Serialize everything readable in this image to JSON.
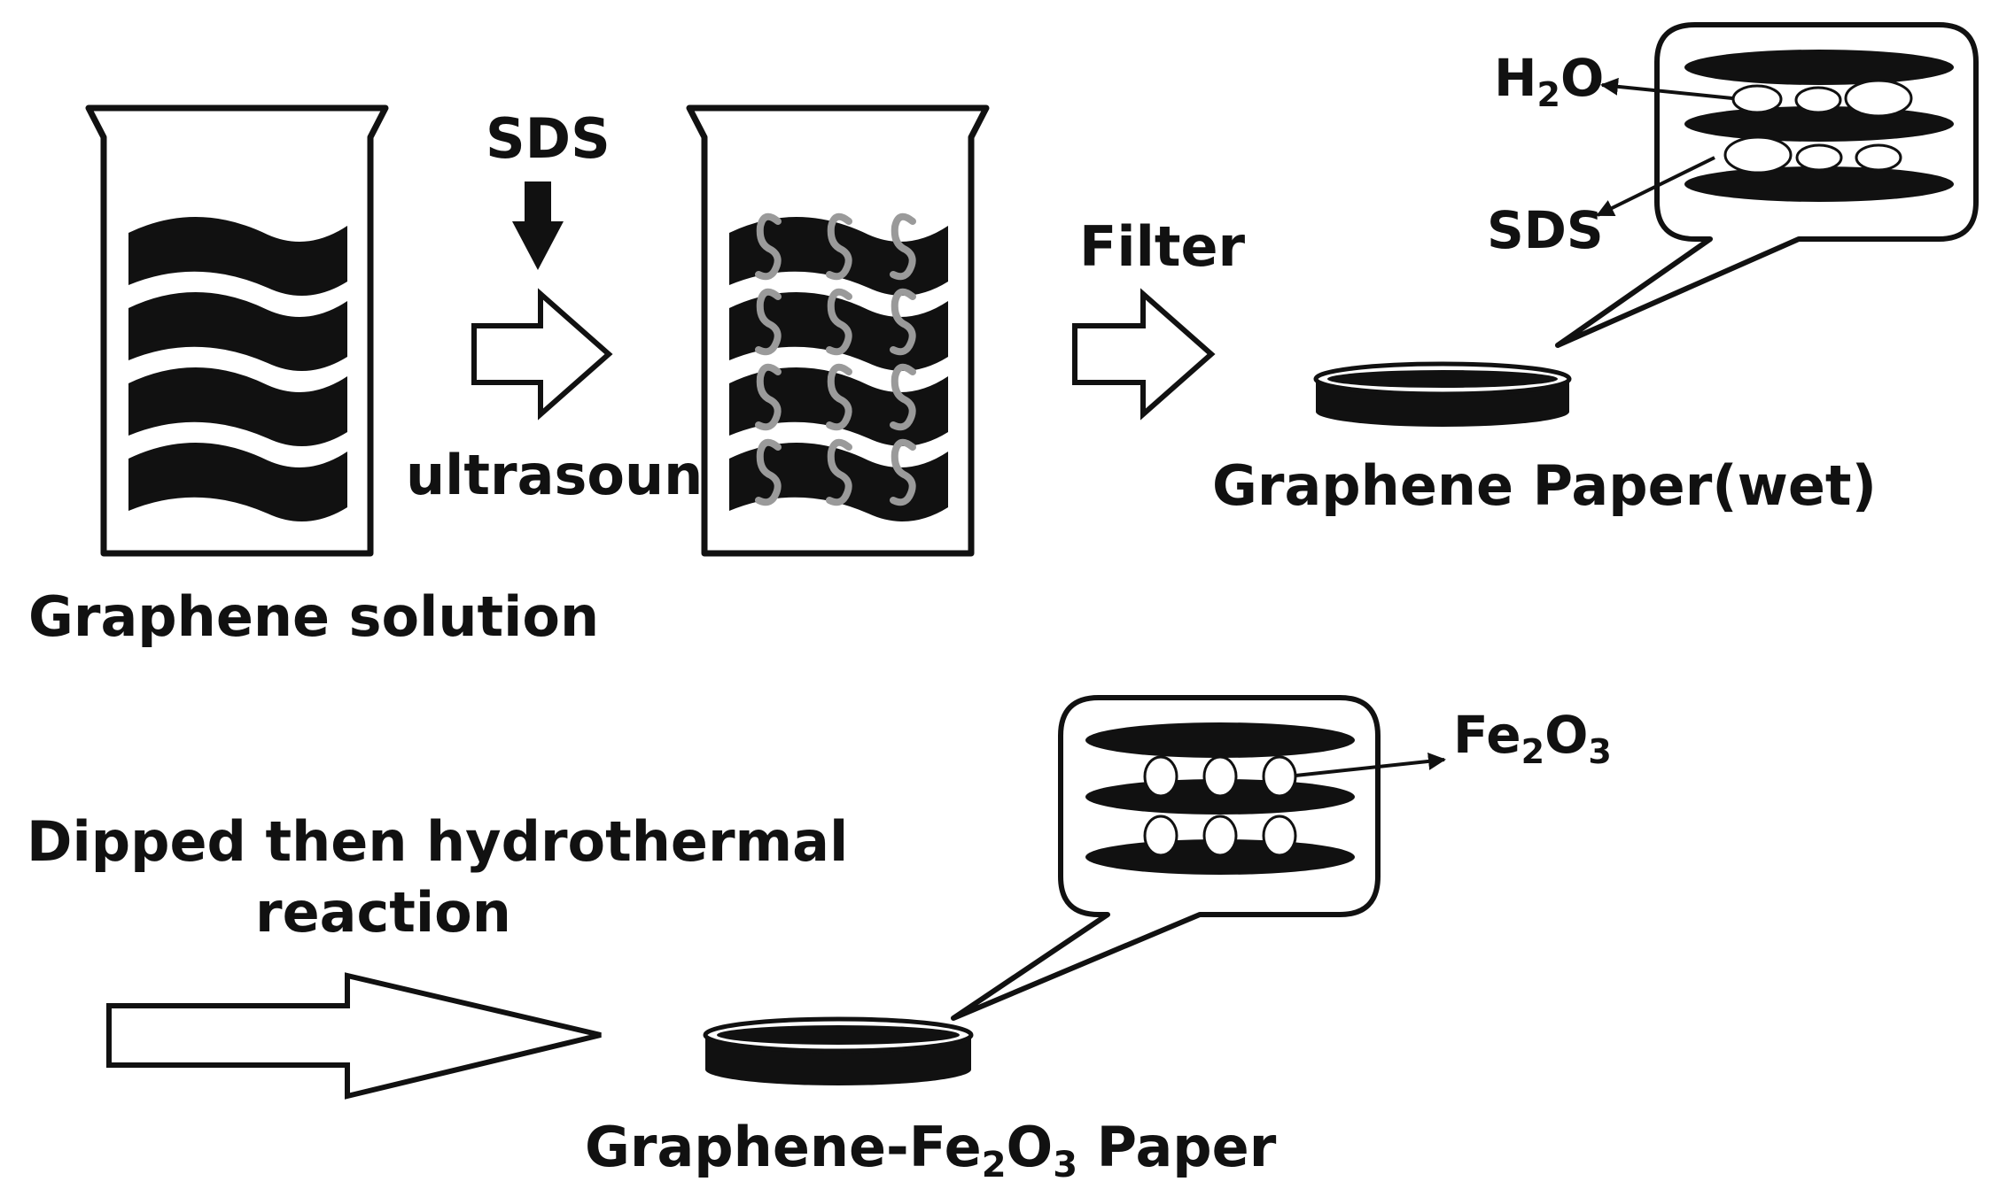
{
  "labels": {
    "graphene_solution": "Graphene solution",
    "sds_top": "SDS",
    "ultrasonic": "ultrasounic",
    "filter": "Filter",
    "graphene_paper_wet": "Graphene Paper(wet)",
    "h2o_main": "H",
    "h2o_sub": "2",
    "h2o_tail": "O",
    "sds_bubble": "SDS",
    "step3_line1": "Dipped then hydrothermal",
    "step3_line2": "reaction",
    "fe2o3_a": "Fe",
    "fe2o3_sub1": "2",
    "fe2o3_b": "O",
    "fe2o3_sub2": "3",
    "gfe_prefix": "Graphene-Fe",
    "gfe_sub1": "2",
    "gfe_mid": "O",
    "gfe_sub2": "3",
    "gfe_suffix": " Paper"
  },
  "colors": {
    "ink": "#111111",
    "surfactant": "#9a9a9a",
    "paper": "#ffffff"
  }
}
